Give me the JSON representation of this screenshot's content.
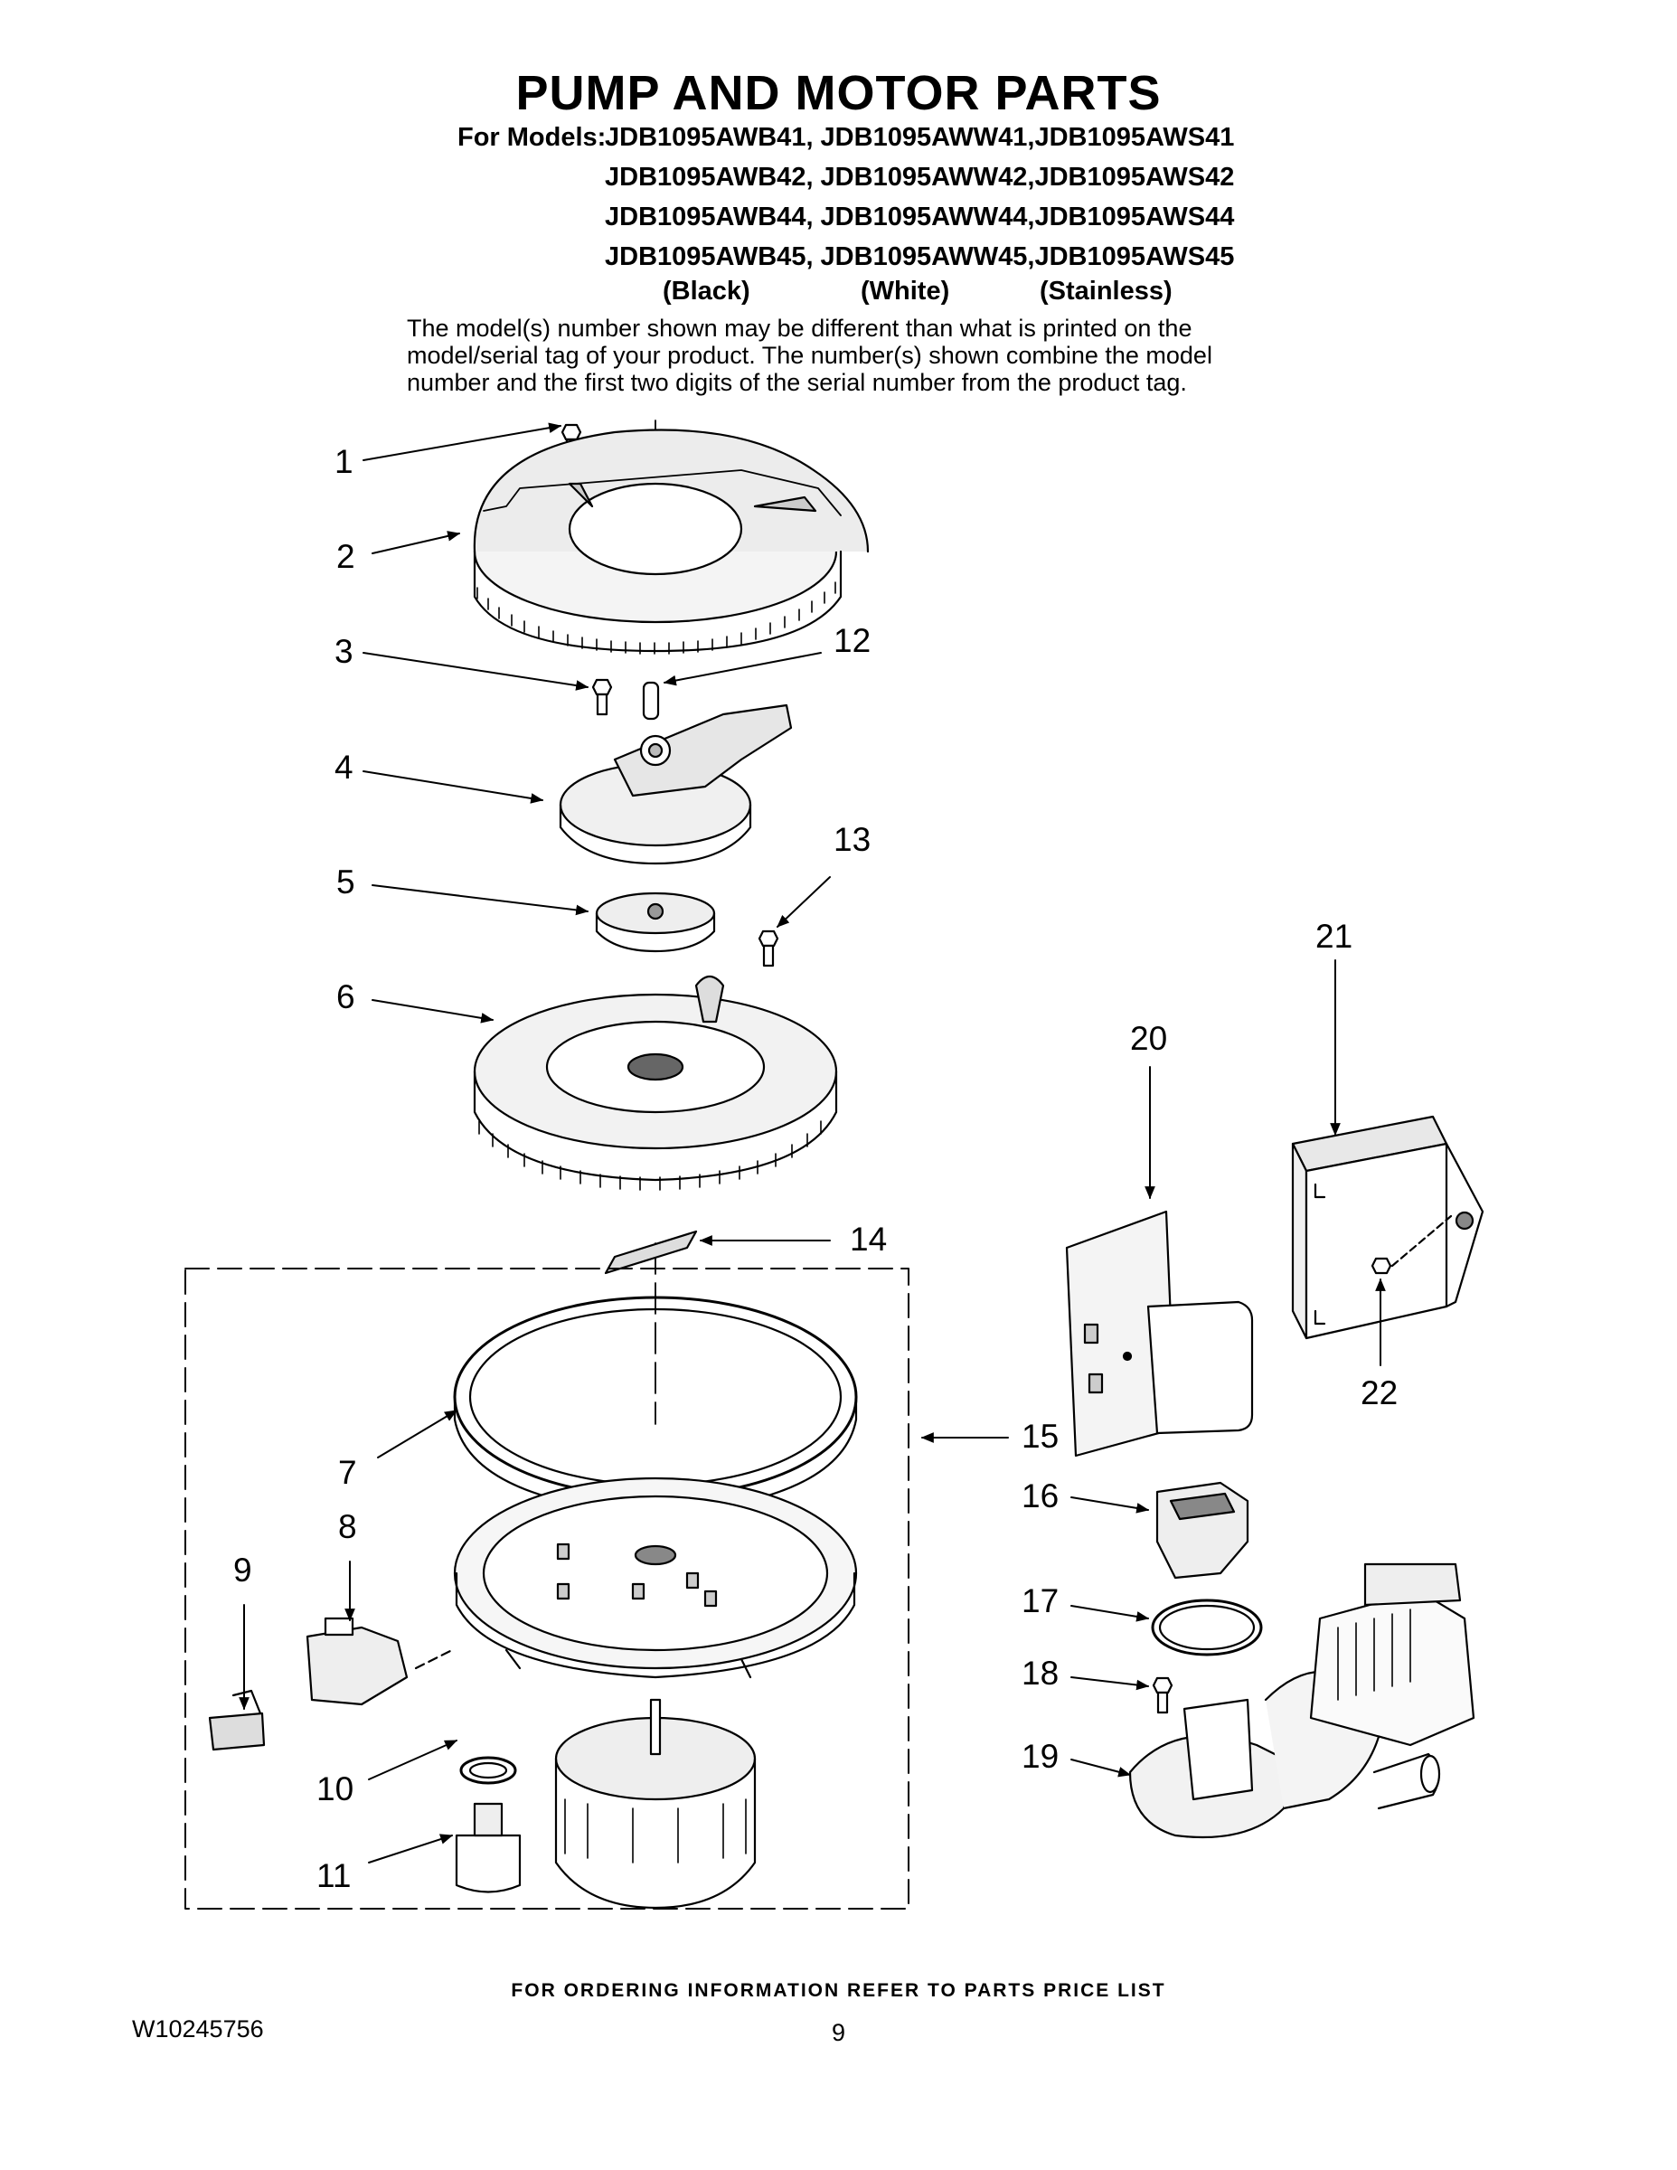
{
  "header": {
    "title": "PUMP AND MOTOR PARTS",
    "models_prefix": "For Models:",
    "model_rows": [
      "JDB1095AWB41, JDB1095AWW41,JDB1095AWS41",
      "JDB1095AWB42, JDB1095AWW42,JDB1095AWS42",
      "JDB1095AWB44, JDB1095AWW44,JDB1095AWS44",
      "JDB1095AWB45, JDB1095AWW45,JDB1095AWS45"
    ],
    "colors": [
      "(Black)",
      "(White)",
      "(Stainless)"
    ],
    "note_lines": [
      "The model(s) number shown may be different than what is printed on the",
      "model/serial tag of your product. The number(s) shown combine the model",
      "number and the first two digits of the serial number from the product tag."
    ]
  },
  "callouts": [
    "1",
    "2",
    "3",
    "4",
    "5",
    "6",
    "7",
    "8",
    "9",
    "10",
    "11",
    "12",
    "13",
    "14",
    "15",
    "16",
    "17",
    "18",
    "19",
    "20",
    "21",
    "22"
  ],
  "footer": {
    "ordering_info": "FOR ORDERING INFORMATION REFER TO PARTS PRICE LIST",
    "doc_number": "W10245756",
    "page_number": "9"
  }
}
